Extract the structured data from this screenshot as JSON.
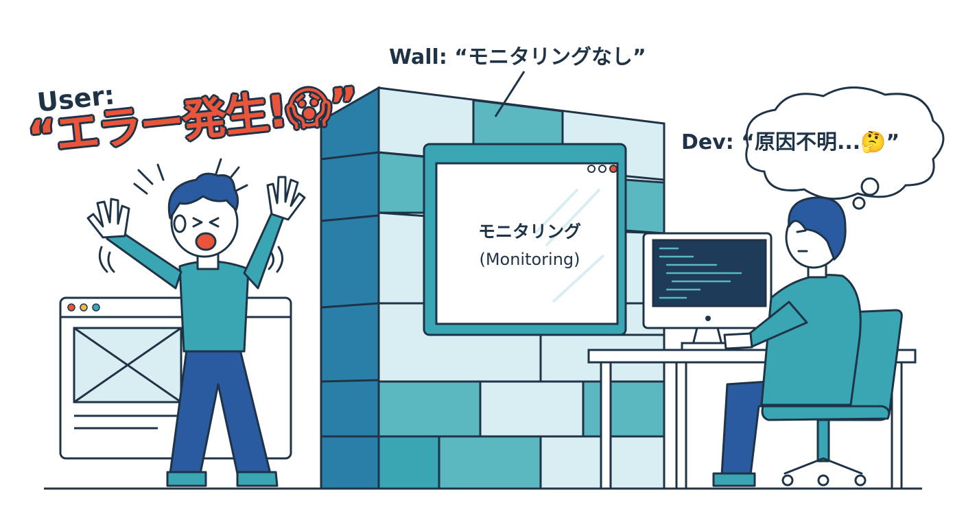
{
  "labels": {
    "user_speaker": "User:",
    "user_quote": "“エラー発生!😱”",
    "wall_caption": "Wall: “モニタリングなし”",
    "dev_thought": "Dev: “原因不明...🤔”",
    "monitor_title": "モニタリング",
    "monitor_subtitle": "(Monitoring)"
  },
  "colors": {
    "outline": "#1f3347",
    "teal": "#3aa6b4",
    "navy": "#2a5aa0",
    "wall_dark": "#2a7fa8",
    "wall_light": "#d8eef2",
    "alert": "#e8553a"
  }
}
